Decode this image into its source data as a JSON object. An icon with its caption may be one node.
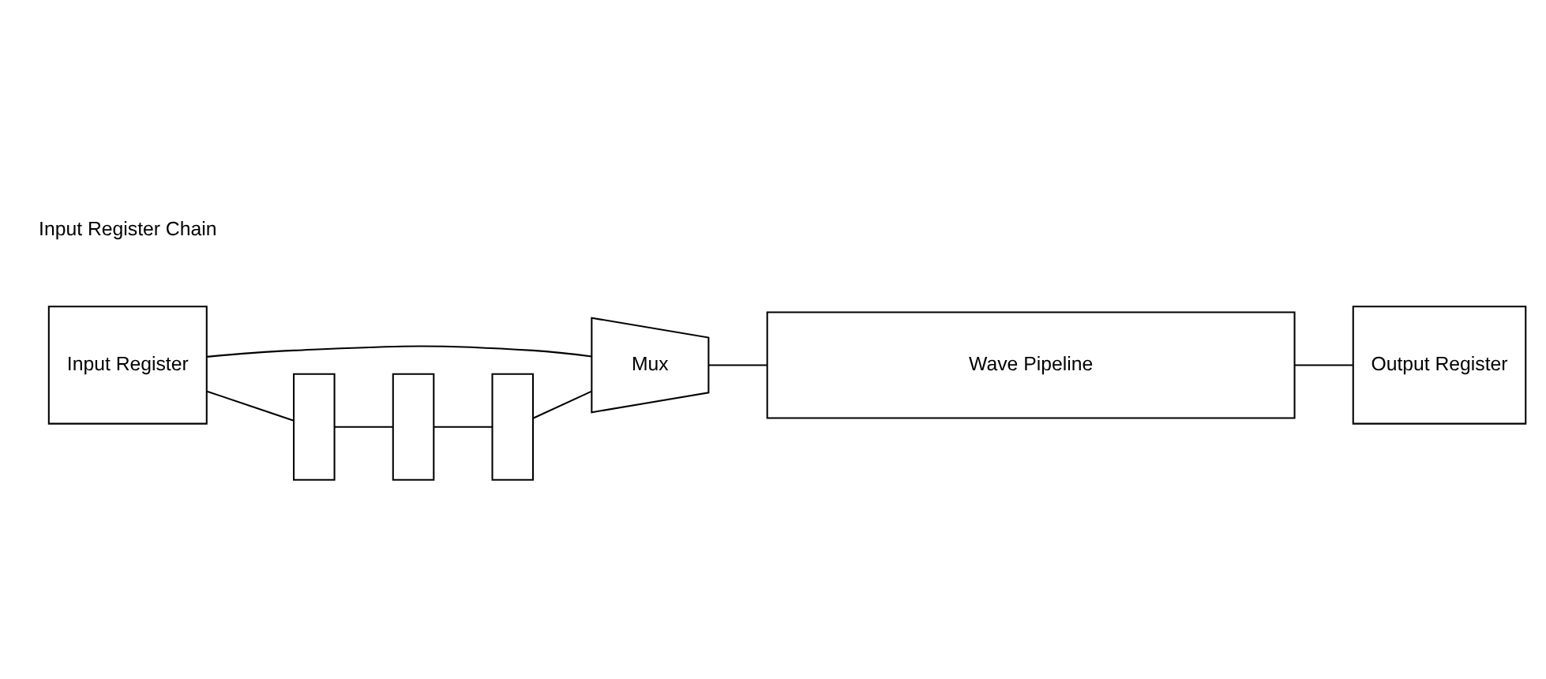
{
  "diagram": {
    "nodes": [
      {
        "text": [
          "Input Register"
        ]
      },
      {
        "text": [
          "Mux"
        ]
      },
      {
        "text": [
          "Wave Pipeline"
        ]
      },
      {
        "text": [
          "Output Register"
        ]
      },
      {
        "text": [],
        "shape": "box"
      },
      {
        "text": [],
        "shape": "box"
      },
      {
        "text": [],
        "shape": "box"
      }
    ],
    "edges": [
      {
        "from": 0,
        "to": 1,
        "arrow": "none"
      },
      {
        "from": 0,
        "to": 4,
        "arrow": "none"
      },
      {
        "from": 4,
        "to": 5,
        "arrow": "none"
      },
      {
        "from": 5,
        "to": 6,
        "arrow": "none"
      },
      {
        "from": 6,
        "to": 1,
        "arrow": "none"
      },
      {
        "from": 1,
        "to": 2,
        "arrow": "none"
      },
      {
        "from": 2,
        "to": 3,
        "arrow": "none"
      }
    ],
    "labels": [
      "Input Register Chain"
    ]
  }
}
